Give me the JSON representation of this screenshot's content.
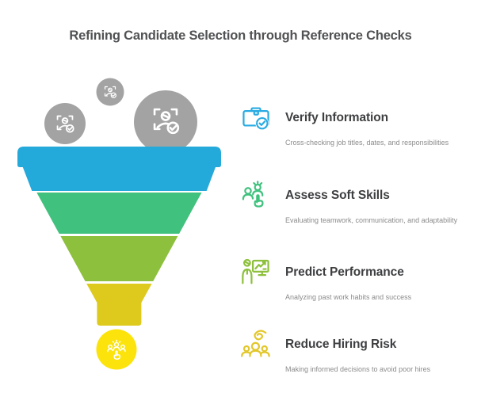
{
  "title": "Refining Candidate Selection through Reference Checks",
  "colors": {
    "title_text": "#515254",
    "item_title_text": "#3E3F41",
    "item_desc_text": "#8B8B8B",
    "bubble_gray": "#A3A3A3",
    "white": "#FFFFFF"
  },
  "funnel": {
    "name": "candidate-selection-funnel",
    "segments": [
      {
        "label": "stage-1-top",
        "color": "#24A9DB"
      },
      {
        "label": "stage-2",
        "color": "#40C17D"
      },
      {
        "label": "stage-3",
        "color": "#8DC03C"
      },
      {
        "label": "stage-4-spout",
        "color": "#DDCA1D"
      }
    ],
    "bubbles": [
      {
        "icon": "candidate-scan-check-icon",
        "size": "medium"
      },
      {
        "icon": "candidate-scan-check-icon",
        "size": "small"
      },
      {
        "icon": "candidate-scan-check-icon",
        "size": "large"
      }
    ],
    "outlet": {
      "icon": "candidate-choice-icon",
      "color": "#FBE30B"
    }
  },
  "items": [
    {
      "icon": "briefcase-verified-icon",
      "color": "#29ABE2",
      "title": "Verify Information",
      "description": "Cross-checking job titles, dates, and responsibilities"
    },
    {
      "icon": "assess-people-icon",
      "color": "#41C17E",
      "title": "Assess Soft Skills",
      "description": "Evaluating teamwork, communication, and adaptability"
    },
    {
      "icon": "performance-chart-icon",
      "color": "#8DC03C",
      "title": "Predict Performance",
      "description": "Analyzing past work habits and success"
    },
    {
      "icon": "team-swirl-icon",
      "color": "#E2C72A",
      "title": "Reduce Hiring Risk",
      "description": "Making informed decisions to avoid poor hires"
    }
  ]
}
